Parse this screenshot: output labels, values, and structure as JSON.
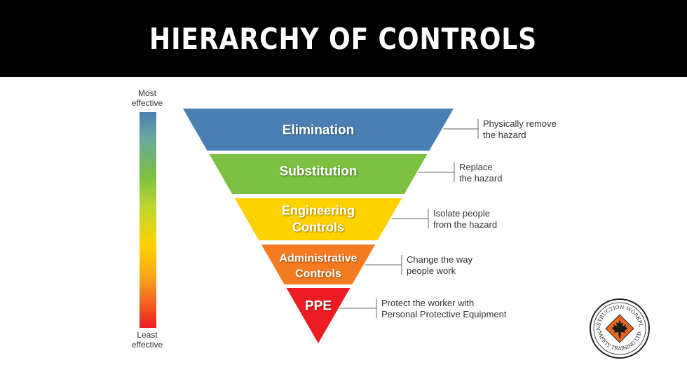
{
  "title": "HIERARCHY OF CONTROLS",
  "scale": {
    "top_label": [
      "Most",
      "effective"
    ],
    "bottom_label": [
      "Least",
      "effective"
    ]
  },
  "levels": [
    {
      "label": [
        "Elimination"
      ],
      "description": [
        "Physically remove",
        "the hazard"
      ],
      "color": "#4a7fb3"
    },
    {
      "label": [
        "Substitution"
      ],
      "description": [
        "Replace",
        "the hazard"
      ],
      "color": "#7cc142"
    },
    {
      "label": [
        "Engineering",
        "Controls"
      ],
      "description": [
        "Isolate people",
        "from the hazard"
      ],
      "color": "#ffd200"
    },
    {
      "label": [
        "Administrative",
        "Controls"
      ],
      "description": [
        "Change the way",
        "people work"
      ],
      "color": "#f47b20"
    },
    {
      "label": [
        "PPE"
      ],
      "description": [
        "Protect the worker with",
        "Personal Protective Equipment"
      ],
      "color": "#ed1c24"
    }
  ],
  "logo": {
    "top_text": "CONSTRUCTION WORKPLACE",
    "bottom_text": "SAFETY TRAINING LTD.",
    "icon": "maple-leaf-icon",
    "color": "#e8661e"
  }
}
